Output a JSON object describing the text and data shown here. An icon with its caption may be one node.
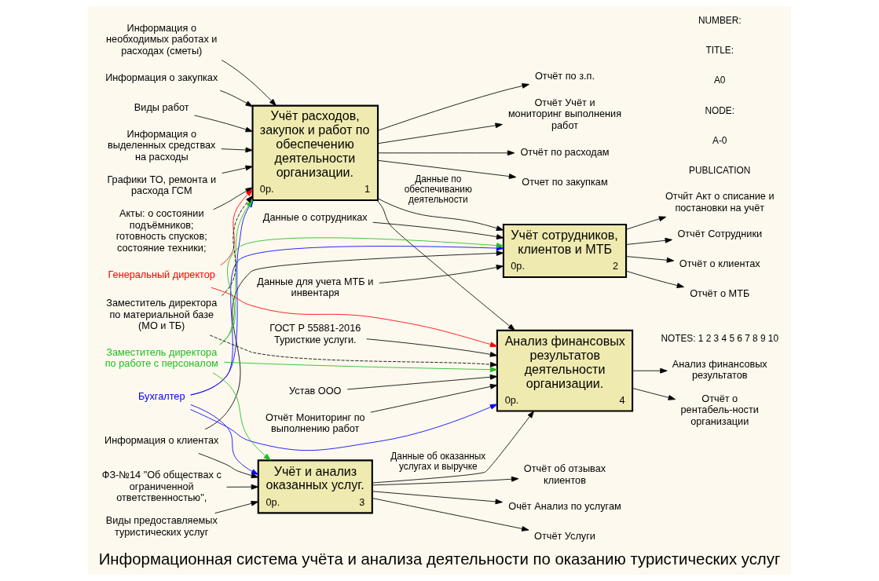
{
  "diagram": {
    "title": "Информационная система учёта и анализа деятельности по оказанию туристических услуг",
    "nodes": [
      {
        "text": [
          "Учёт расходов, закупок и работ по обеспечению деятельности организации.",
          "0р.",
          "1"
        ]
      },
      {
        "text": [
          "Учёт сотрудников, клиентов и МТБ",
          "0р.",
          "2"
        ]
      },
      {
        "text": [
          "Учёт и анализ оказанных услуг.",
          "0р.",
          "3"
        ]
      },
      {
        "text": [
          "Анализ финансовых результатов деятельности организации.",
          "0р.",
          "4"
        ]
      },
      {
        "text": [
          "Информация о необходимых работах и расходах (сметы)"
        ]
      },
      {
        "text": [
          "Информация о закупках"
        ]
      },
      {
        "text": [
          "Виды работ"
        ]
      },
      {
        "text": [
          "Информация о выделенных средствах на расходы"
        ]
      },
      {
        "text": [
          "Графики ТО, ремонта и расхода ГСМ"
        ]
      },
      {
        "text": [
          "Данные для учета МТБ и инвентаря"
        ]
      },
      {
        "text": [
          "Виды предоставляемых туристических услуг"
        ]
      },
      {
        "text": [
          "Информация о клиентах"
        ]
      },
      {
        "text": [
          "Данные о сотрудниках"
        ]
      },
      {
        "text": [
          "Акты: о состоянии подъёмников; готовность спусков; состояние техники;"
        ]
      },
      {
        "text": [
          "Отчёт Мониторинг по выполнению работ"
        ]
      },
      {
        "text": [
          "ФЗ-№14 \"Об обществах с ограниченной ответственностью\","
        ]
      },
      {
        "text": [
          "ГОСТ Р 55881-2016 Туристкие услуги."
        ]
      },
      {
        "text": [
          "Устав ООО"
        ]
      },
      {
        "text": [
          "Отчёт по расходам"
        ]
      },
      {
        "text": [
          "Отчет по закупкам"
        ]
      },
      {
        "text": [
          "Отчёт по з.п."
        ]
      },
      {
        "text": [
          "Отчёт Учёт и мониторинг выполнения работ"
        ]
      },
      {
        "text": [
          "Отчйт Акт о списание и постановки на учёт"
        ]
      },
      {
        "text": [
          "Отчёт Сотрудники"
        ]
      },
      {
        "text": [
          "Отчёт о клиентах"
        ]
      },
      {
        "text": [
          "Отчёт о МТБ"
        ]
      },
      {
        "text": [
          "Отчёт об отзывах клиентов"
        ]
      },
      {
        "text": [
          "Очёт Анализ по услугам"
        ]
      },
      {
        "text": [
          "Отчёт Услуги"
        ]
      },
      {
        "text": [
          "Анализ финансовых результатов"
        ]
      },
      {
        "text": [
          "Отчёт о рентабель-ности организации"
        ]
      },
      {
        "text": [
          "Бухгалтер"
        ]
      },
      {
        "text": [
          "Заместитель директора по работе с персоналом"
        ]
      },
      {
        "text": [
          "Генеральный директор"
        ]
      },
      {
        "text": [
          "Заместитель директора по материальной базе (МО и ТБ)"
        ]
      }
    ],
    "edges": [
      {
        "from": 4,
        "to": 0,
        "arrow": "to"
      },
      {
        "from": 5,
        "to": 0,
        "arrow": "to"
      },
      {
        "from": 6,
        "to": 0,
        "arrow": "to"
      },
      {
        "from": 7,
        "to": 0,
        "arrow": "to"
      },
      {
        "from": 8,
        "to": 0,
        "arrow": "to"
      },
      {
        "from": 13,
        "to": 0,
        "arrow": "to"
      },
      {
        "from": 12,
        "to": 1,
        "arrow": "to"
      },
      {
        "from": 9,
        "to": 1,
        "arrow": "to"
      },
      {
        "from": 11,
        "to": 1,
        "arrow": "to"
      },
      {
        "from": 10,
        "to": 2,
        "arrow": "to"
      },
      {
        "from": 11,
        "to": 2,
        "arrow": "to"
      },
      {
        "from": 14,
        "to": 3,
        "arrow": "to"
      },
      {
        "from": 0,
        "to": 1,
        "arrow": "to",
        "label": "Данные по обеспечиванию деятельности"
      },
      {
        "from": 0,
        "to": 3,
        "arrow": "to"
      },
      {
        "from": 2,
        "to": 3,
        "arrow": "to",
        "label": "Данные об оказанных услугах и выручке"
      },
      {
        "from": 15,
        "to": 2,
        "arrow": "to"
      },
      {
        "from": 16,
        "to": 3,
        "arrow": "to"
      },
      {
        "from": 17,
        "to": 3,
        "arrow": "to"
      },
      {
        "from": 0,
        "to": 18,
        "arrow": "to"
      },
      {
        "from": 0,
        "to": 19,
        "arrow": "to"
      },
      {
        "from": 0,
        "to": 20,
        "arrow": "to"
      },
      {
        "from": 0,
        "to": 21,
        "arrow": "to"
      },
      {
        "from": 1,
        "to": 22,
        "arrow": "to"
      },
      {
        "from": 1,
        "to": 23,
        "arrow": "to"
      },
      {
        "from": 1,
        "to": 24,
        "arrow": "to"
      },
      {
        "from": 1,
        "to": 25,
        "arrow": "to"
      },
      {
        "from": 2,
        "to": 26,
        "arrow": "to"
      },
      {
        "from": 2,
        "to": 27,
        "arrow": "to"
      },
      {
        "from": 2,
        "to": 28,
        "arrow": "to"
      },
      {
        "from": 3,
        "to": 29,
        "arrow": "to"
      },
      {
        "from": 3,
        "to": 30,
        "arrow": "to"
      },
      {
        "from": 31,
        "to": 0,
        "arrow": "to",
        "color": "#0000ff"
      },
      {
        "from": 31,
        "to": 1,
        "arrow": "to",
        "color": "#0000ff"
      },
      {
        "from": 31,
        "to": 2,
        "arrow": "to",
        "color": "#0000ff"
      },
      {
        "from": 31,
        "to": 3,
        "arrow": "to",
        "color": "#0000ff"
      },
      {
        "from": 32,
        "to": 0,
        "arrow": "to",
        "color": "#22bb22"
      },
      {
        "from": 32,
        "to": 1,
        "arrow": "to",
        "color": "#22bb22"
      },
      {
        "from": 32,
        "to": 2,
        "arrow": "to",
        "color": "#22bb22"
      },
      {
        "from": 32,
        "to": 3,
        "arrow": "to",
        "color": "#22bb22"
      },
      {
        "from": 33,
        "to": 0,
        "arrow": "to",
        "color": "#ff0000"
      },
      {
        "from": 33,
        "to": 3,
        "arrow": "to",
        "color": "#ff0000"
      },
      {
        "from": 34,
        "to": 0,
        "arrow": "to",
        "style": "dashed"
      },
      {
        "from": 34,
        "to": 3,
        "arrow": "to",
        "style": "dashed"
      }
    ],
    "labels": [
      "NOTES: 1 2 3 4 5 6 7 8 9 10",
      "PUBLICATION",
      "A-0",
      "NODE:",
      "A0",
      "TITLE:",
      "NUMBER:"
    ]
  }
}
